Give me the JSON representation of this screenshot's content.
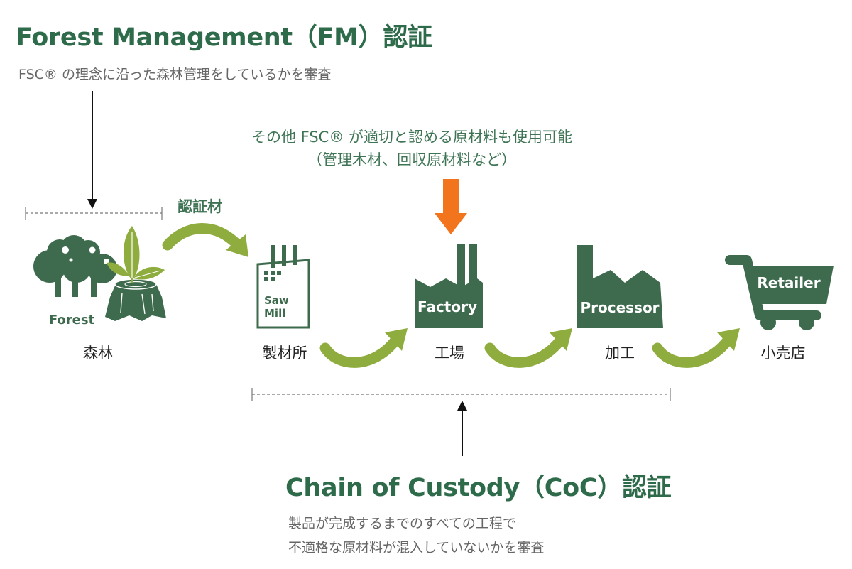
{
  "fm": {
    "title": "Forest Management（FM）認証",
    "subtitle": "FSC® の理念に沿った森林管理をしているかを審査"
  },
  "other_materials": {
    "line1": "その他 FSC® が適切と認める原材料も使用可能",
    "line2": "（管理木材、回収原材料など）"
  },
  "certified_material_label": "認証材",
  "stages": [
    {
      "icon_label": "Forest",
      "label": "森林"
    },
    {
      "icon_label_line1": "Saw",
      "icon_label_line2": "Mill",
      "label": "製材所"
    },
    {
      "icon_label": "Factory",
      "label": "工場"
    },
    {
      "icon_label": "Processor",
      "label": "加工"
    },
    {
      "icon_label": "Retailer",
      "label": "小売店"
    }
  ],
  "coc": {
    "title": "Chain of Custody（CoC）認証",
    "subtitle_line1": "製品が完成するまでのすべての工程で",
    "subtitle_line2": "不適格な原材料が混入していないかを審査"
  },
  "colors": {
    "dark_green": "#3e6b4e",
    "title_green": "#2e6b4a",
    "light_green": "#8fad3f",
    "orange": "#f2741c",
    "gray_text": "#666666"
  }
}
